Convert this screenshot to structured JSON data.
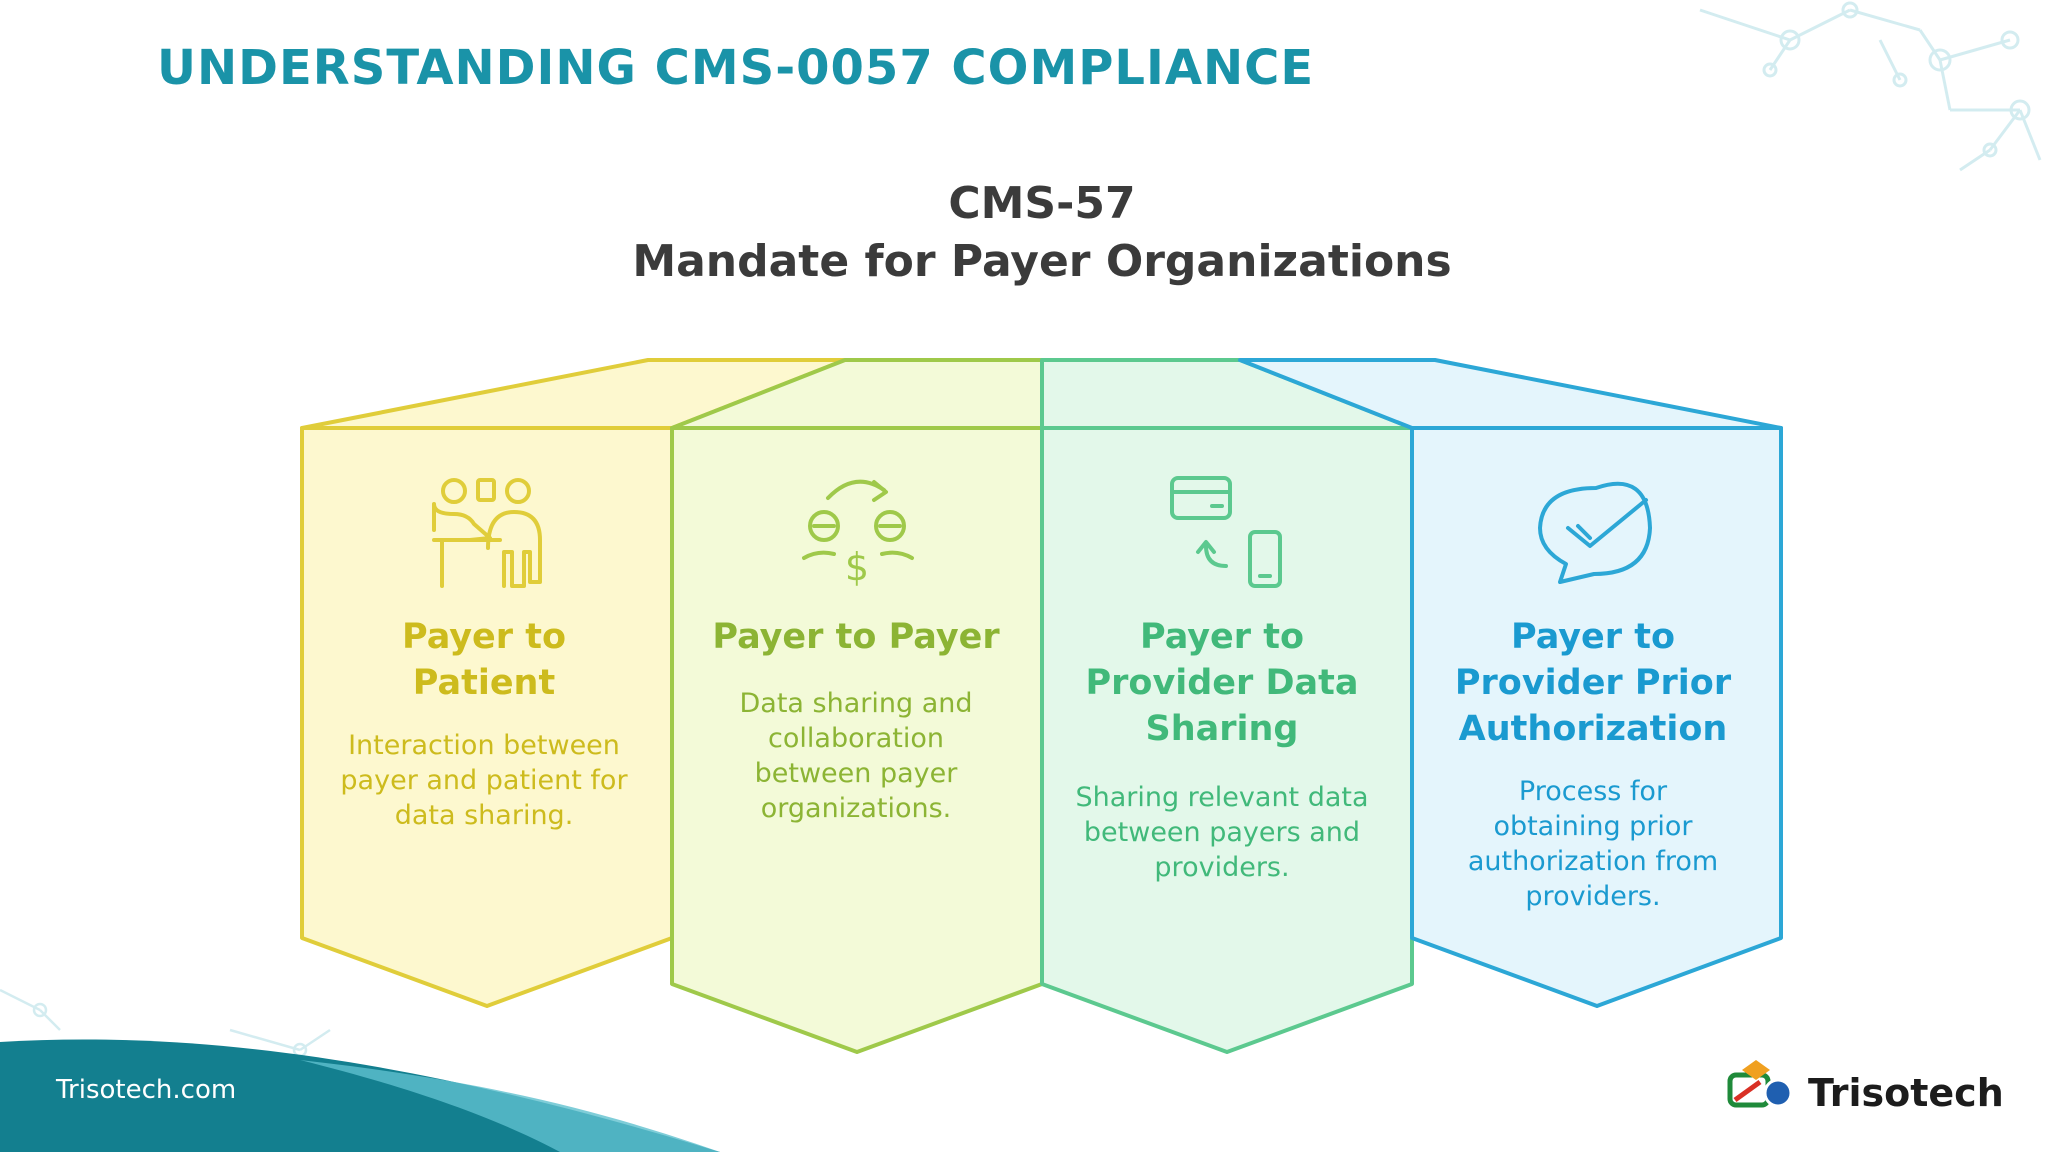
{
  "slide": {
    "title": "UNDERSTANDING CMS-0057 COMPLIANCE",
    "title_color": "#1a93a8"
  },
  "diagram": {
    "title_line1": "CMS-57",
    "title_line2": "Mandate for Payer Organizations",
    "columns": [
      {
        "heading": "Payer to\nPatient",
        "description": "Interaction between\npayer and patient for\ndata sharing.",
        "icon": "presentation-icon",
        "stroke": "#e0cd3a",
        "fill": "#fdf8cf",
        "text_color": "#cdbb1d"
      },
      {
        "heading": "Payer to Payer",
        "description": "Data sharing and\ncollaboration\nbetween payer\norganizations.",
        "icon": "exchange-icon",
        "stroke": "#9fc94a",
        "fill": "#f3fad8",
        "text_color": "#8cb434"
      },
      {
        "heading": "Payer to\nProvider Data\nSharing",
        "description": "Sharing relevant data\nbetween payers and\nproviders.",
        "icon": "card-transfer-icon",
        "stroke": "#5cc98f",
        "fill": "#e3f8ea",
        "text_color": "#41b97a"
      },
      {
        "heading": "Payer to\nProvider Prior\nAuthorization",
        "description": "Process for\nobtaining prior\nauthorization from\nproviders.",
        "icon": "chat-check-icon",
        "stroke": "#2ca7d6",
        "fill": "#e4f5fc",
        "text_color": "#1a9ad0"
      }
    ]
  },
  "footer": {
    "url": "Trisotech.com",
    "brand": "Trisotech",
    "wave_color": "#137f8f"
  }
}
